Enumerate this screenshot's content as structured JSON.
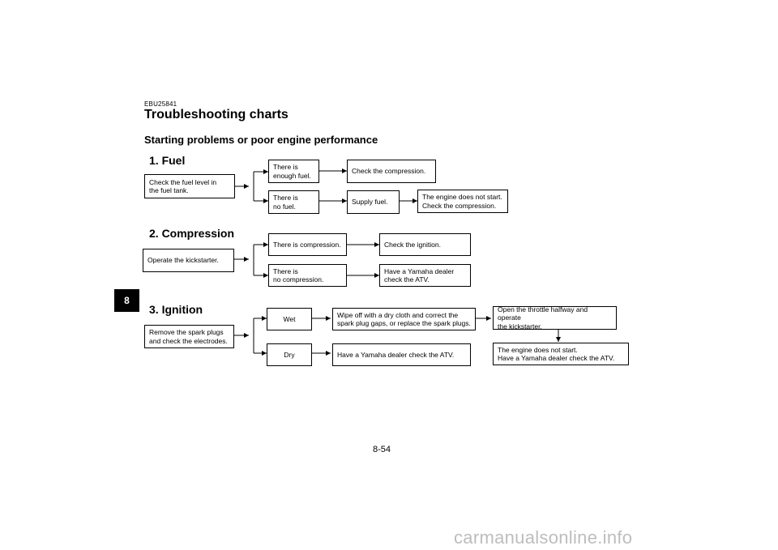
{
  "header": {
    "code": "EBU25841",
    "title": "Troubleshooting charts",
    "subtitle": "Starting problems or poor engine performance"
  },
  "chapter_tab": "8",
  "sections": {
    "fuel": {
      "heading": "1. Fuel",
      "start": "Check the fuel level in\nthe fuel tank.",
      "yes": "There is\nenough fuel.",
      "yes_result": "Check the compression.",
      "no": "There is\nno fuel.",
      "no_action": "Supply fuel.",
      "no_result": "The engine does not start.\nCheck the compression."
    },
    "compression": {
      "heading": "2. Compression",
      "start": "Operate the kickstarter.",
      "yes": "There is compression.",
      "yes_result": "Check the ignition.",
      "no": "There is\nno compression.",
      "no_result": "Have a Yamaha dealer\ncheck the ATV."
    },
    "ignition": {
      "heading": "3. Ignition",
      "start": "Remove the spark plugs\nand check the electrodes.",
      "wet": "Wet",
      "wet_action": "Wipe off with a dry cloth and correct the\nspark plug gaps, or replace the spark plugs.",
      "wet_result": "Open the throttle halfway and operate\nthe kickstarter.",
      "wet_final": "The engine does not start.\nHave a Yamaha dealer check the ATV.",
      "dry": "Dry",
      "dry_action": "Have a Yamaha dealer check the ATV."
    }
  },
  "footer": {
    "page_number": "8-54",
    "watermark": "carmanualsonline.info"
  }
}
